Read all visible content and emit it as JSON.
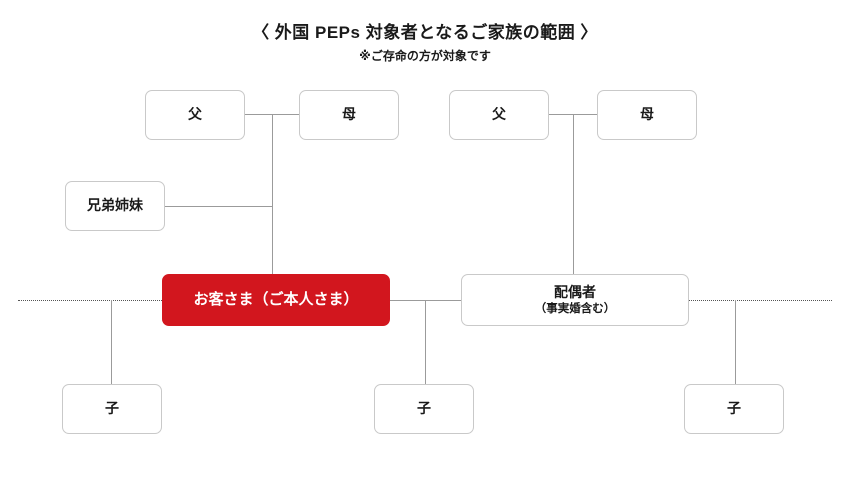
{
  "header": {
    "title": "〈 外国 PEPs 対象者となるご家族の範囲 〉",
    "subtitle": "※ご存命の方が対象です"
  },
  "nodes": {
    "father_left": {
      "label": "父"
    },
    "mother_left": {
      "label": "母"
    },
    "father_right": {
      "label": "父"
    },
    "mother_right": {
      "label": "母"
    },
    "siblings": {
      "label": "兄弟姉妹"
    },
    "self": {
      "label": "お客さま（ご本人さま）"
    },
    "spouse": {
      "label": "配偶者",
      "sublabel": "（事実婚含む）"
    },
    "child_left": {
      "label": "子"
    },
    "child_middle": {
      "label": "子"
    },
    "child_right": {
      "label": "子"
    }
  },
  "colors": {
    "highlight": "#d2161e",
    "box_border": "#c9c9c9",
    "line": "#9b9b9b",
    "dotted_line": "#555555"
  }
}
